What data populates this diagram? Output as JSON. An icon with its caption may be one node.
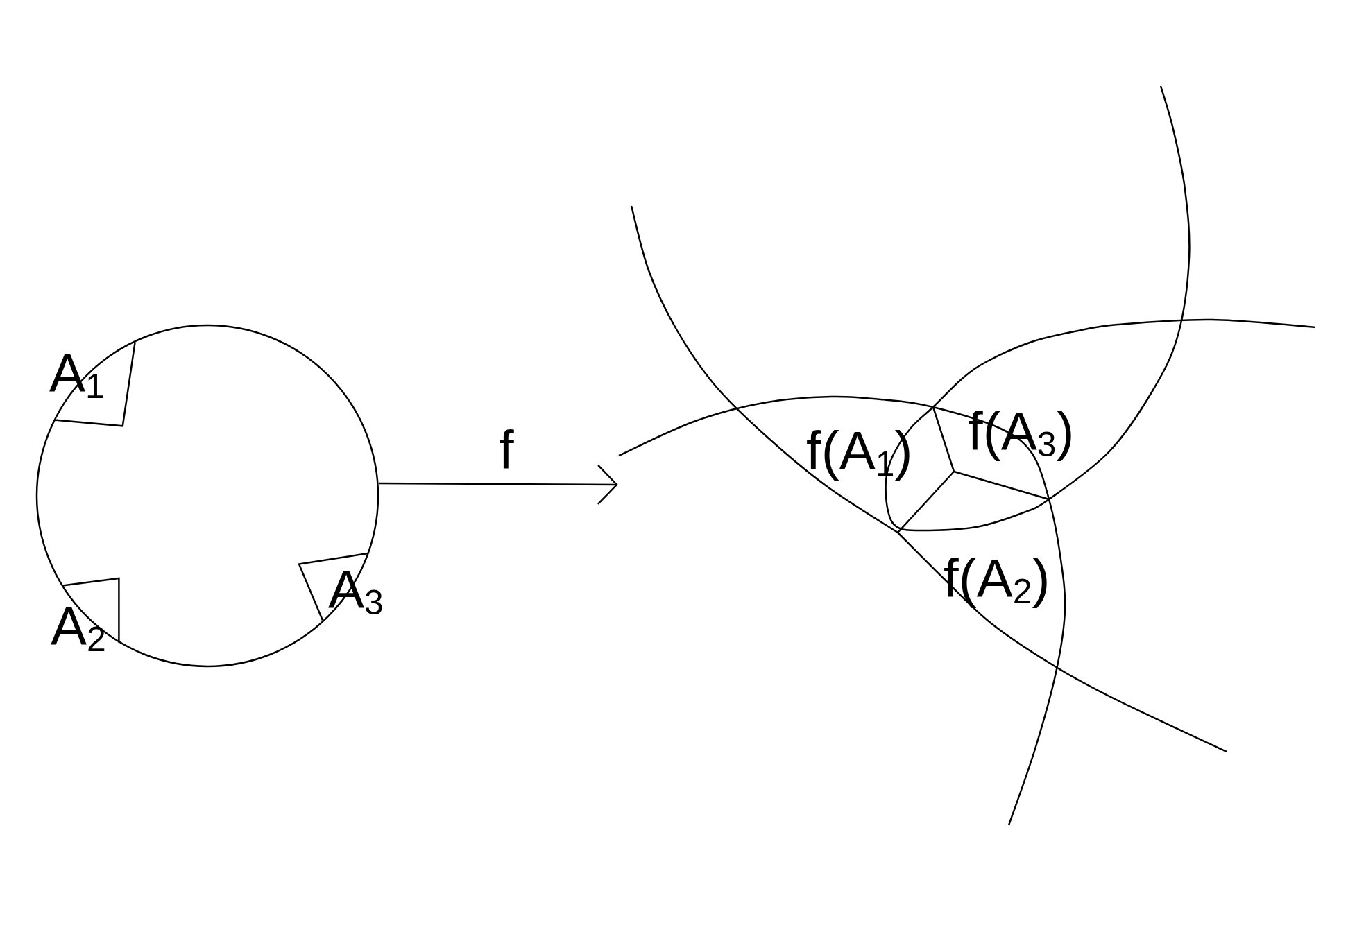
{
  "diagram": {
    "nodes": [
      {
        "text": [],
        "shape": "circle"
      },
      {
        "text": [],
        "shape": "picture"
      }
    ],
    "edges": [
      {
        "from": 0,
        "to": 1,
        "arrow": "to",
        "label": "f"
      }
    ],
    "labels": [
      "A$_{1}$",
      "A$_{2}$",
      "A$_{3}$",
      "f(A$_{1}$)",
      "f(A$_{3}$)",
      "f(A$_{2}$)"
    ]
  }
}
